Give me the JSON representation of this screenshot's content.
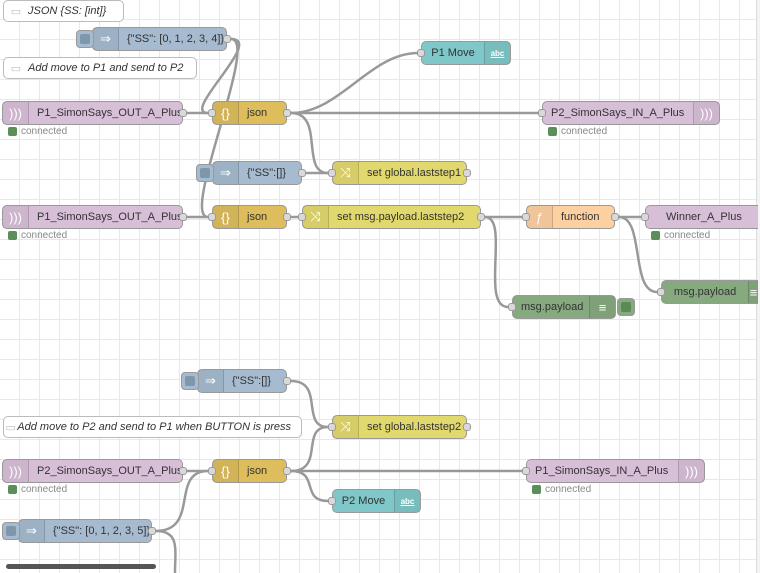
{
  "comments": {
    "c1": "JSON {SS: [int]}",
    "c2": "Add move to P1 and send to P2",
    "c3": "Add move to P2 and send to P1 when BUTTON is press"
  },
  "nodes": {
    "inject1": "{\"SS\": [0, 1, 2, 3, 4]}",
    "p1move": "P1 Move",
    "mqtt_in1": "P1_SimonSays_OUT_A_Plus",
    "json1": "json",
    "p2_out1": "P2_SimonSays_IN_A_Plus",
    "inject2": "{\"SS\":[]}",
    "change1": "set global.laststep1",
    "mqtt_in2": "P1_SimonSays_OUT_A_Plus",
    "json2": "json",
    "change2": "set msg.payload.laststep2",
    "function1": "function",
    "winner": "Winner_A_Plus",
    "debug1": "msg.payload",
    "debug2": "msg.payload",
    "inject3": "{\"SS\":[]}",
    "change3": "set global.laststep2",
    "mqtt_in3": "P2_SimonSays_OUT_A_Plus",
    "json3": "json",
    "p1_out": "P1_SimonSays_IN_A_Plus",
    "p2move": "P2 Move",
    "inject4": "{\"SS\": [0, 1, 2, 3, 5]}"
  },
  "status": {
    "connected": "connected"
  },
  "icons": {
    "mqtt": ")))",
    "json": "{}",
    "inject": "⇒",
    "change": "⤨",
    "function": "ƒ",
    "debug": "≡",
    "ui_text": "abc"
  },
  "colors": {
    "mqtt": "#d8bfd8",
    "json": "#debd5c",
    "inject": "#a6bbcf",
    "change": "#e2d96e",
    "function": "#fdd0a2",
    "debug": "#87a980",
    "ui": "#7fc7c9",
    "wire": "#999999",
    "status_ok": "#5a8f5a"
  }
}
